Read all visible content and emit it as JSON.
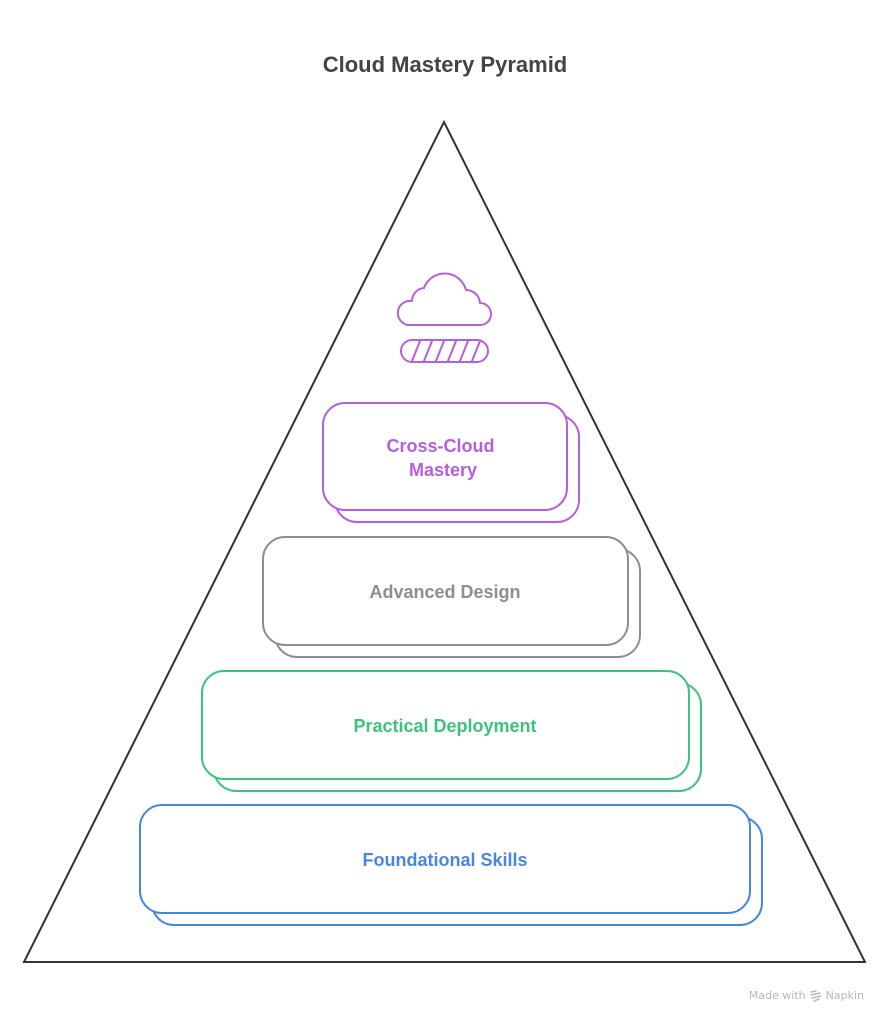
{
  "title": "Cloud Mastery Pyramid",
  "icon": {
    "name": "cloud-storage-icon",
    "color": "#B45FE0"
  },
  "levels": [
    {
      "id": "cross-cloud-mastery",
      "lines": [
        "Cross-Cloud",
        "Mastery"
      ],
      "color": "#B45FE0",
      "tier": 4
    },
    {
      "id": "advanced-design",
      "lines": [
        "Advanced Design"
      ],
      "color": "#8E8E8E",
      "tier": 3
    },
    {
      "id": "practical-deployment",
      "lines": [
        "Practical Deployment"
      ],
      "color": "#3CC47C",
      "tier": 2
    },
    {
      "id": "foundational-skills",
      "lines": [
        "Foundational Skills"
      ],
      "color": "#4A86E0",
      "tier": 1
    }
  ],
  "pyramid": {
    "stroke_color": "#333333"
  },
  "footer": {
    "made_with": "Made with",
    "brand": "Napkin"
  }
}
